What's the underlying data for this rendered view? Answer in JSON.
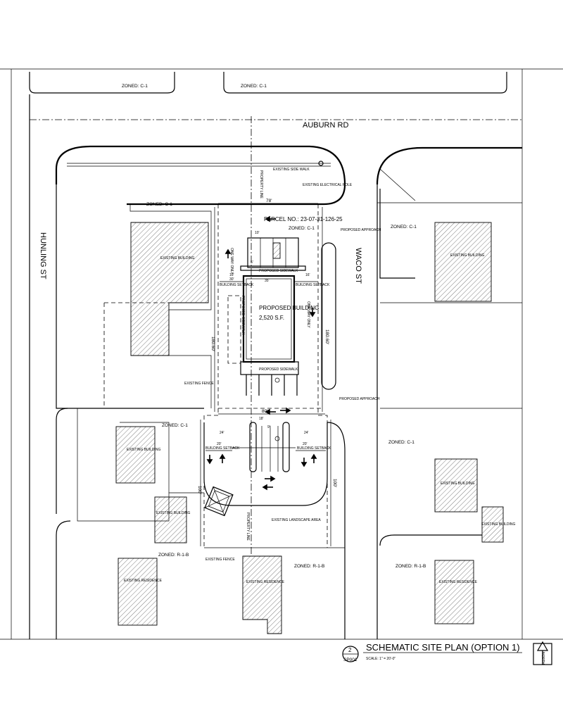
{
  "streets": {
    "auburn": "AUBURN RD",
    "hunling": "HUNLING ST",
    "waco": "WACO ST"
  },
  "zones": {
    "top_left": "ZONED: C-1",
    "top_right": "ZONED: C-1",
    "west_upper": "ZONED: C-1",
    "site": "ZONED: C-1",
    "east_upper": "ZONED: C-1",
    "west_mid": "ZONED: C-1",
    "east_mid": "ZONED: C-1",
    "sw_res": "ZONED: R-1-B",
    "s_res": "ZONED: R-1-B",
    "se_res": "ZONED: R-1-B"
  },
  "labels": {
    "existing_building": "EXISTING BUILDING",
    "existing_residence": "EXISTING RESIDENCE",
    "existing_fence": "EXISTING FENCE",
    "existing_side_walk": "EXISTING SIDE WALK",
    "existing_pole": "EXISTING ELECTRICAL POLE",
    "parcel": "PARCEL NO.: 23-07-31-126-25",
    "proposed_building": "PROPOSED BUILDING",
    "proposed_building_area": "2,520 S.F.",
    "proposed_sidewalk": "PROPOSED SIDEWALK",
    "proposed_approach": "PROPOSED APPROACH",
    "building_setback": "BUILDING SETBACK",
    "one_way_only": "ONE WAY ONLY",
    "existing_landscape": "EXISTING LANDSCAPE AREA",
    "property_line": "PROPERTY LINE",
    "dim_top": "78'",
    "dim_mid": "80'",
    "dim_left_upper": "180.60'",
    "dim_right_upper": "180.60'",
    "dim_left_lower": "100'",
    "dim_right_lower": "100'",
    "dim_24": "24'",
    "dim_20": "20'",
    "dim_16": "16'",
    "dim_10": "10'",
    "dim_35": "35'",
    "dim_30": "30'",
    "dim_18": "18'",
    "dim_9": "9'",
    "dim_5": "5'"
  },
  "title_block": {
    "sheet_number": "2",
    "sheet_id": "SP001",
    "title": "SCHEMATIC SITE PLAN (OPTION 1)",
    "scale": "SCALE: 1\" = 20'-0\"",
    "north": "NORTH"
  }
}
